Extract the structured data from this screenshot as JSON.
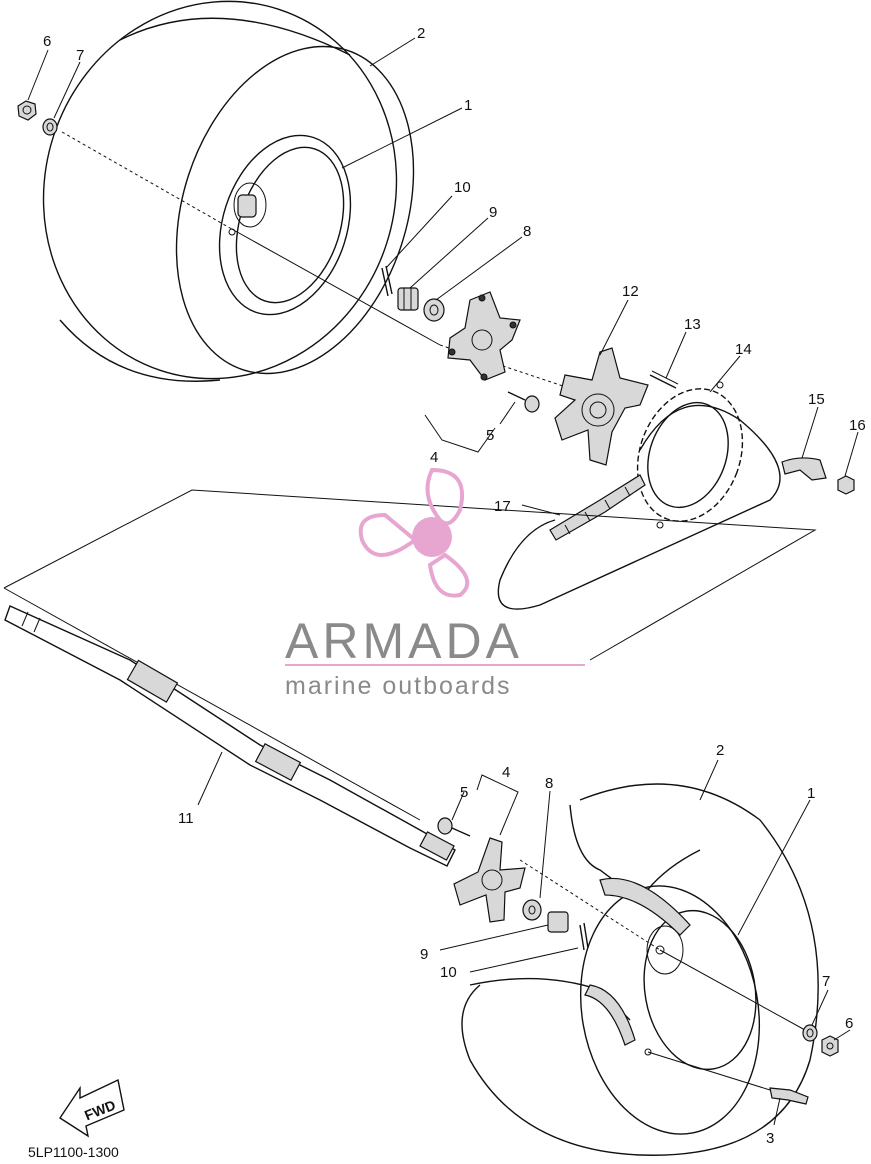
{
  "diagram": {
    "code": "5LP1100-1300",
    "fwd_label": "FWD",
    "callouts": [
      {
        "id": "c6a",
        "text": "6"
      },
      {
        "id": "c7a",
        "text": "7"
      },
      {
        "id": "c2a",
        "text": "2"
      },
      {
        "id": "c1a",
        "text": "1"
      },
      {
        "id": "c10a",
        "text": "10"
      },
      {
        "id": "c9a",
        "text": "9"
      },
      {
        "id": "c8a",
        "text": "8"
      },
      {
        "id": "c12",
        "text": "12"
      },
      {
        "id": "c13",
        "text": "13"
      },
      {
        "id": "c14",
        "text": "14"
      },
      {
        "id": "c15",
        "text": "15"
      },
      {
        "id": "c16",
        "text": "16"
      },
      {
        "id": "c5a",
        "text": "5"
      },
      {
        "id": "c4a",
        "text": "4"
      },
      {
        "id": "c17",
        "text": "17"
      },
      {
        "id": "c11",
        "text": "11"
      },
      {
        "id": "c4b",
        "text": "4"
      },
      {
        "id": "c5b",
        "text": "5"
      },
      {
        "id": "c8b",
        "text": "8"
      },
      {
        "id": "c2b",
        "text": "2"
      },
      {
        "id": "c1b",
        "text": "1"
      },
      {
        "id": "c9b",
        "text": "9"
      },
      {
        "id": "c10b",
        "text": "10"
      },
      {
        "id": "c7b",
        "text": "7"
      },
      {
        "id": "c6b",
        "text": "6"
      },
      {
        "id": "c3",
        "text": "3"
      }
    ]
  },
  "watermark": {
    "brand": "ARMADA",
    "tagline": "marine outboards",
    "accent_color": "#e7a6cf"
  }
}
